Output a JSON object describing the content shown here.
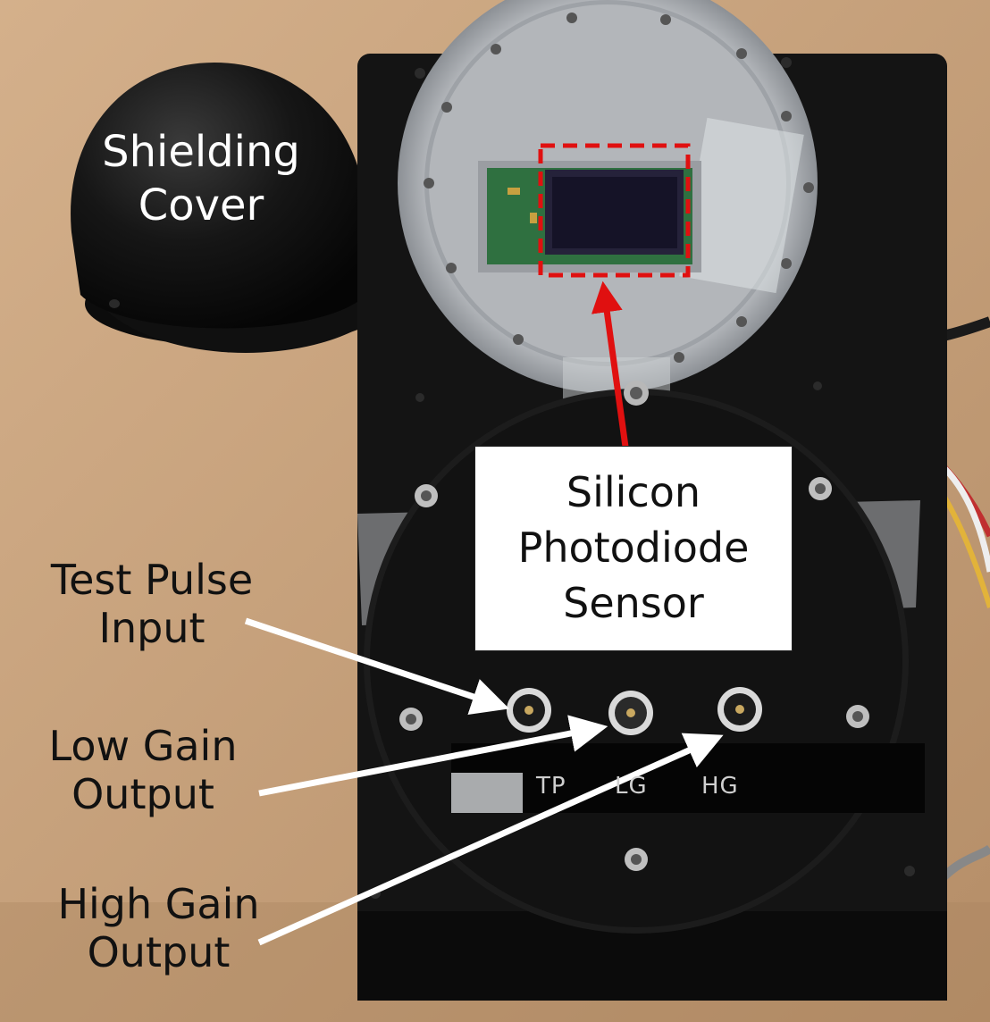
{
  "labels": {
    "shielding_cover": [
      "Shielding",
      "Cover"
    ],
    "sensor": [
      "Silicon",
      "Photodiode",
      "Sensor"
    ],
    "test_pulse": [
      "Test Pulse",
      "Input"
    ],
    "low_gain": [
      "Low Gain",
      "Output"
    ],
    "high_gain": [
      "High Gain",
      "Output"
    ]
  },
  "connector_tags": {
    "tp": "TP",
    "lg": "LG",
    "hg": "HG"
  },
  "colors": {
    "table": "#c9a37c",
    "device": "#151515",
    "aluminium": "#b9bcc0",
    "highlight": "#e01010",
    "arrow": "#ffffff"
  }
}
